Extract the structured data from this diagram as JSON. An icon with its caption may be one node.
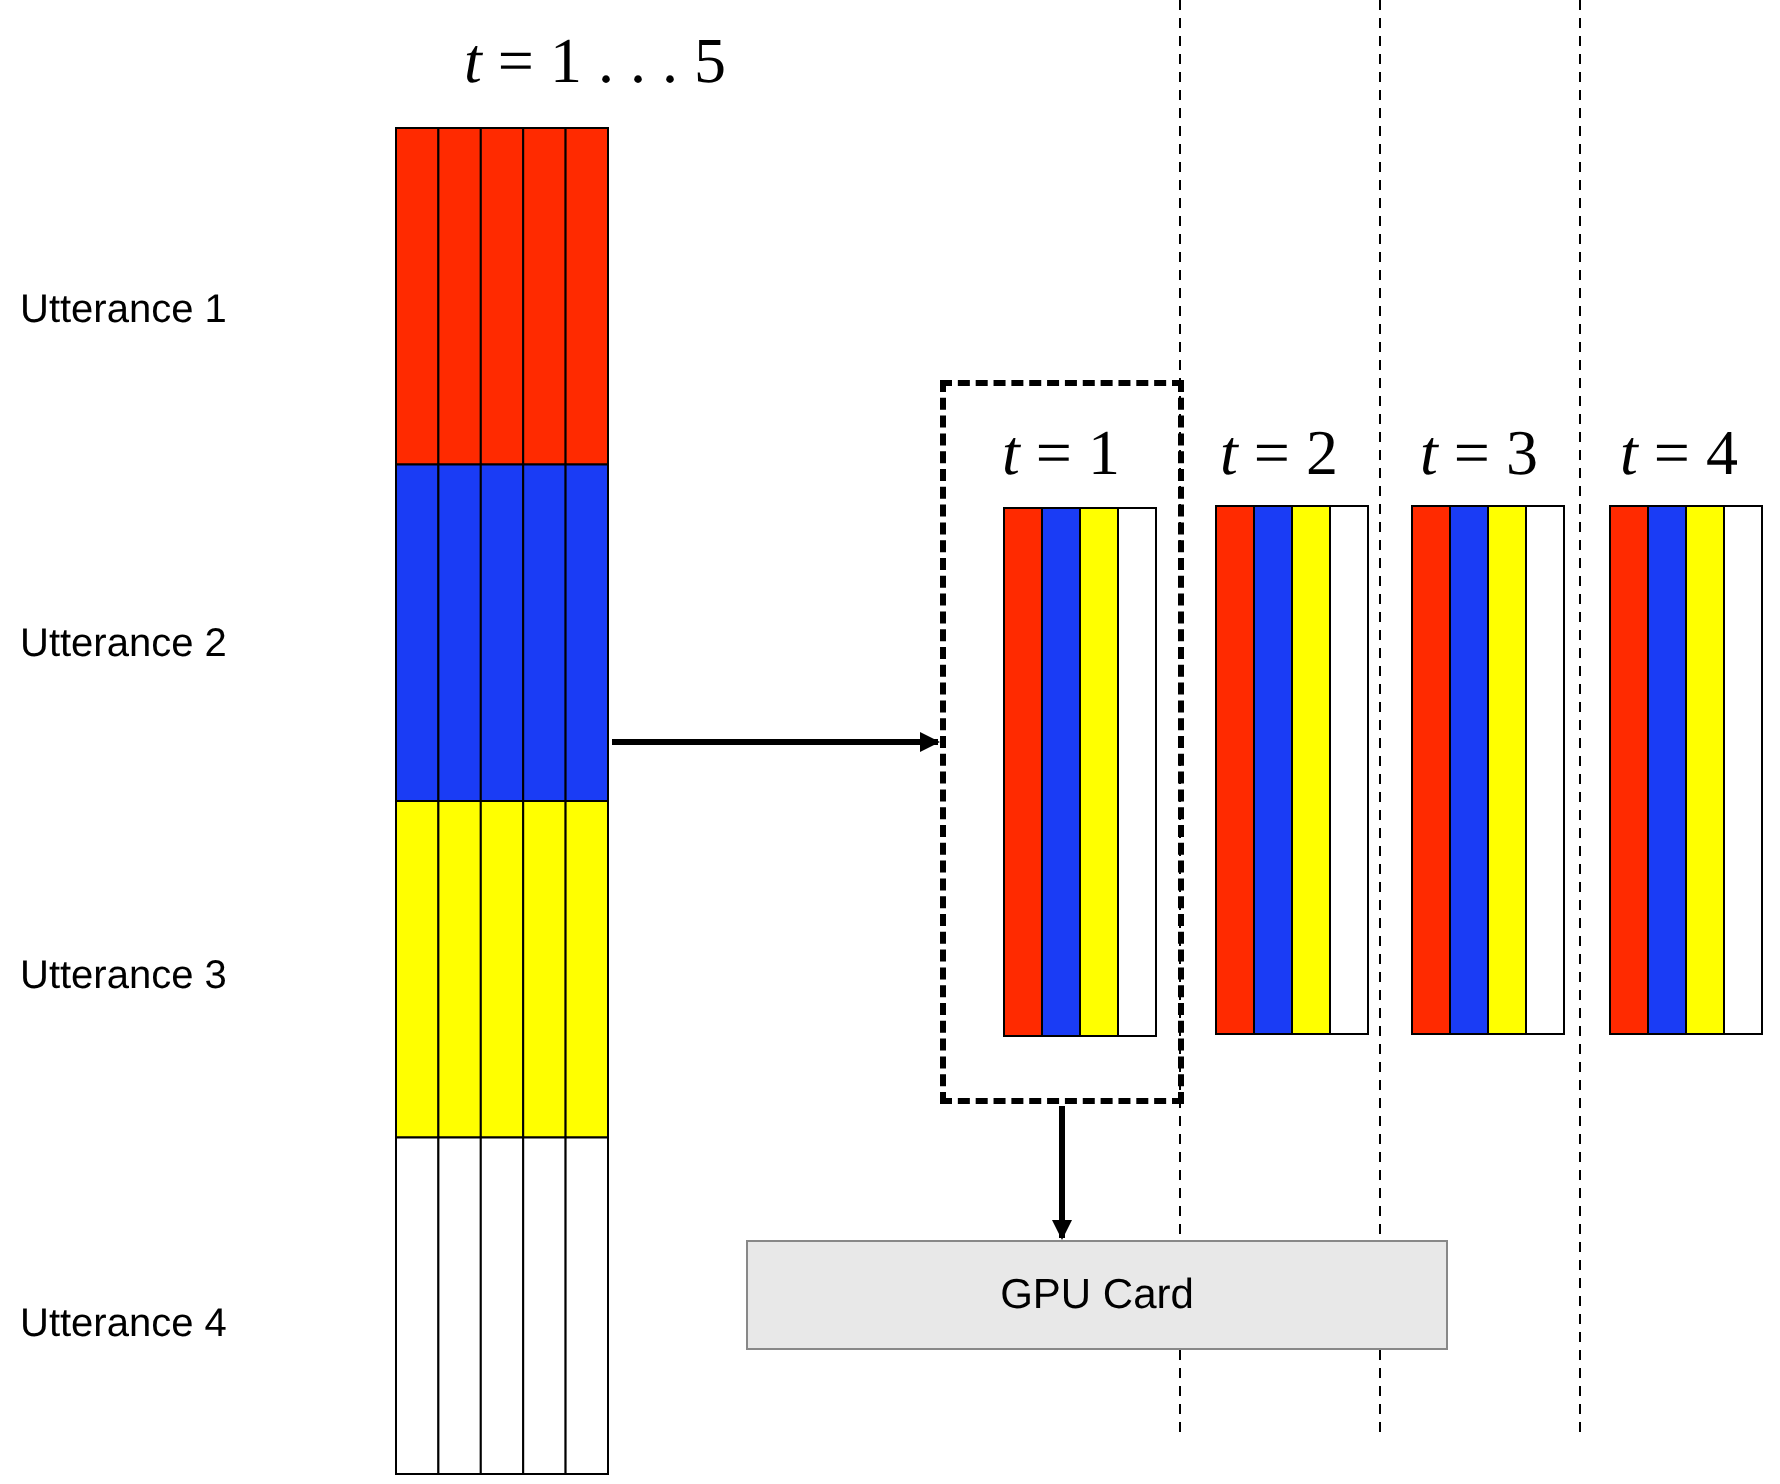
{
  "diagram": {
    "nodes": [
      {
        "text": [],
        "shape": "bar"
      },
      {
        "text": [
          "*t* = 1"
        ]
      },
      {
        "text": [
          "GPU Card"
        ]
      }
    ],
    "edges": [
      {
        "from": 0,
        "to": 1,
        "arrow": "to"
      },
      {
        "from": 1,
        "to": 2,
        "arrow": "to"
      }
    ],
    "labels": [
      "*t* = 1 . . . 5",
      "Utterance 1",
      "Utterance 2",
      "Utterance 3",
      "*t* = 2",
      "*t* = 3",
      "*t* = 4",
      "Utterance 4"
    ]
  }
}
